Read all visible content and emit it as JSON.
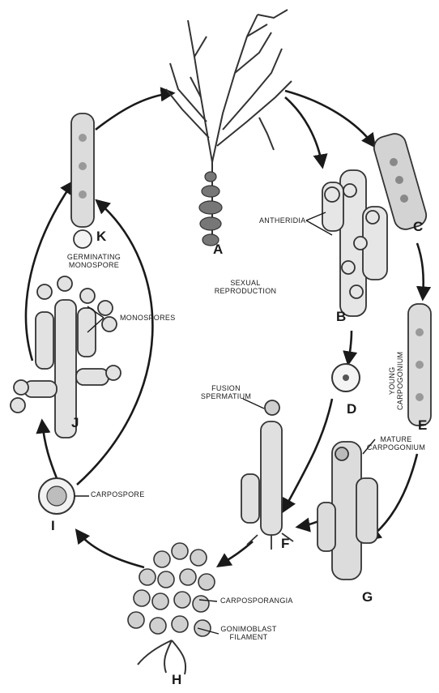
{
  "diagram": {
    "stages": [
      "A",
      "B",
      "C",
      "D",
      "E",
      "F",
      "G",
      "H",
      "I",
      "J",
      "K"
    ],
    "labels": {
      "antheridia": "ANTHERIDIA",
      "sexual_reproduction_line1": "SEXUAL",
      "sexual_reproduction_line2": "REPRODUCTION",
      "germinating_monospore_line1": "GERMINATING",
      "germinating_monospore_line2": "MONOSPORE",
      "monospores": "MONOSPORES",
      "fusion_spermatium_line1": "FUSION",
      "fusion_spermatium_line2": "SPERMATIUM",
      "young_carpogonium_line1": "YOUNG",
      "young_carpogonium_line2": "CARPOGONIUM",
      "mature_carpogonium_line1": "MATURE",
      "mature_carpogonium_line2": "CARPOGONIUM",
      "carpospore": "CARPOSPORE",
      "carposporangia": "CARPOSPORANGIA",
      "gonimoblast_filament_line1": "GONIMOBLAST",
      "gonimoblast_filament_line2": "FILAMENT"
    }
  }
}
